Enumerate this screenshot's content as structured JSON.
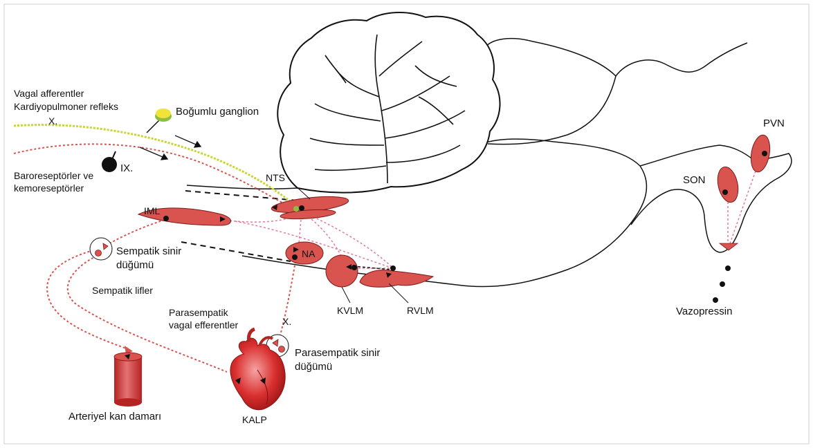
{
  "colors": {
    "structure_fill": "#d9534f",
    "structure_stroke": "#7a1a1a",
    "sympathetic_path": "#d9534f",
    "vagal_afferent_path": "#c8d630",
    "parasympathetic_path": "#d9534f",
    "outline": "#111111",
    "ganglion_yellow": "#f2e33a",
    "ganglion_green": "#8cbf3f"
  },
  "labels": {
    "vagal_afferent_line1": "Vagal afferentler",
    "vagal_afferent_line2": "Kardiyopulmoner refleks",
    "x_top": "X.",
    "nodose_ganglion": "Boğumlu ganglion",
    "ix": "IX.",
    "baro_line1": "Baroreseptörler ve",
    "baro_line2": "kemoreseptörler",
    "nts": "NTS",
    "iml": "IML",
    "na": "NA",
    "kvlm": "KVLM",
    "rvlm": "RVLM",
    "symp_ganglion_line1": "Sempatik sinir",
    "symp_ganglion_line2": "düğümü",
    "symp_fibers": "Sempatik lifler",
    "parasymp_eff_line1": "Parasempatik",
    "parasymp_eff_line2": "vagal efferentler",
    "x_mid": "X.",
    "parasymp_ganglion_line1": "Parasempatik sinir",
    "parasymp_ganglion_line2": "düğümü",
    "artery": "Arteriyel kan damarı",
    "heart": "KALP",
    "son": "SON",
    "pvn": "PVN",
    "vasopressin": "Vazopressin"
  }
}
